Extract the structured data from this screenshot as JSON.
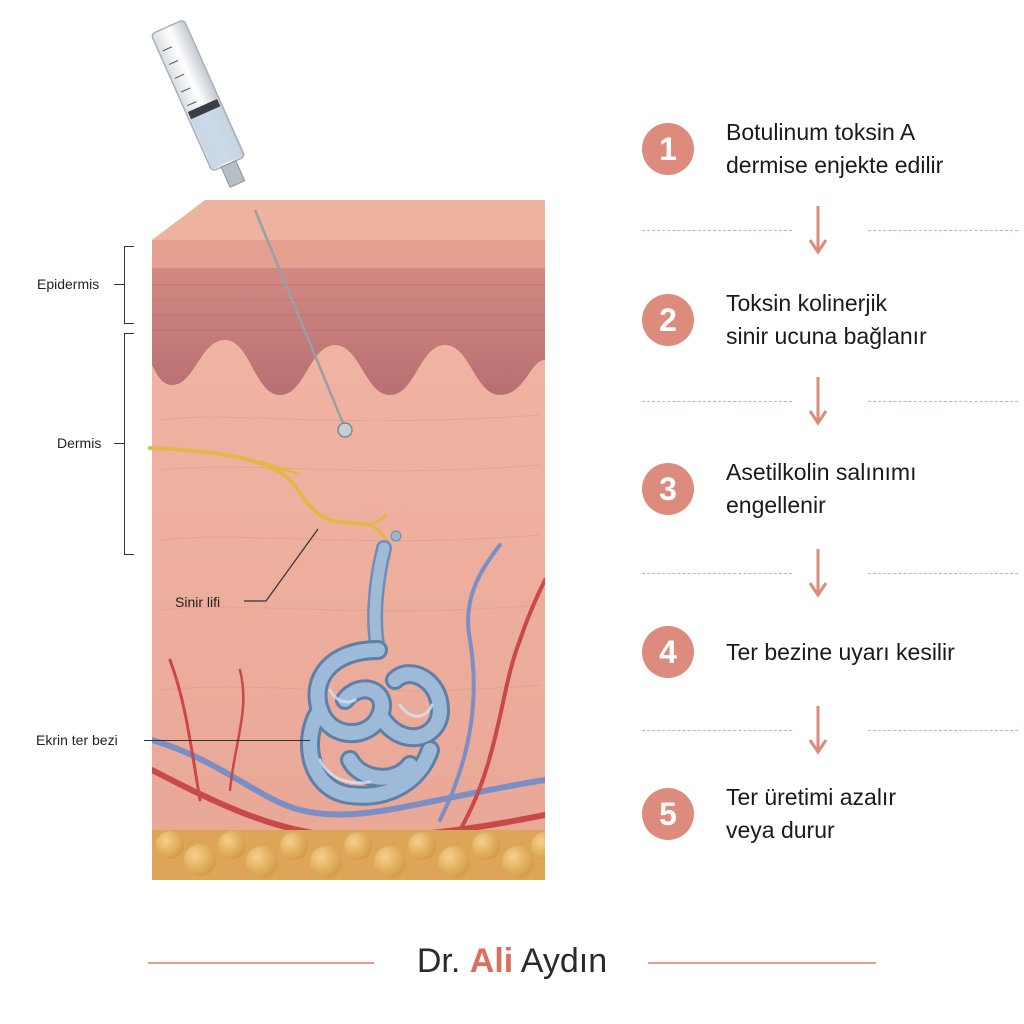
{
  "labels": {
    "epidermis": "Epidermis",
    "dermis": "Dermis",
    "nerve_fiber": "Sinir lifi",
    "sweat_gland": "Ekrin ter bezi"
  },
  "steps": [
    {
      "number": "1",
      "text": "Botulinum toksin A\ndermise enjekte edilir"
    },
    {
      "number": "2",
      "text": "Toksin kolinerjik\nsinir ucuna bağlanır"
    },
    {
      "number": "3",
      "text": "Asetilkolin salınımı\nengellenir"
    },
    {
      "number": "4",
      "text": "Ter bezine uyarı kesilir"
    },
    {
      "number": "5",
      "text": "Ter üretimi azalır\nveya durur"
    }
  ],
  "author": {
    "prefix": "Dr. ",
    "highlight": "Ali",
    "suffix": " Aydın"
  },
  "colors": {
    "accent": "#dd8b7c",
    "accent_dark": "#d9705f",
    "gland": "#8fb0cf",
    "nerve": "#e3b64a"
  }
}
